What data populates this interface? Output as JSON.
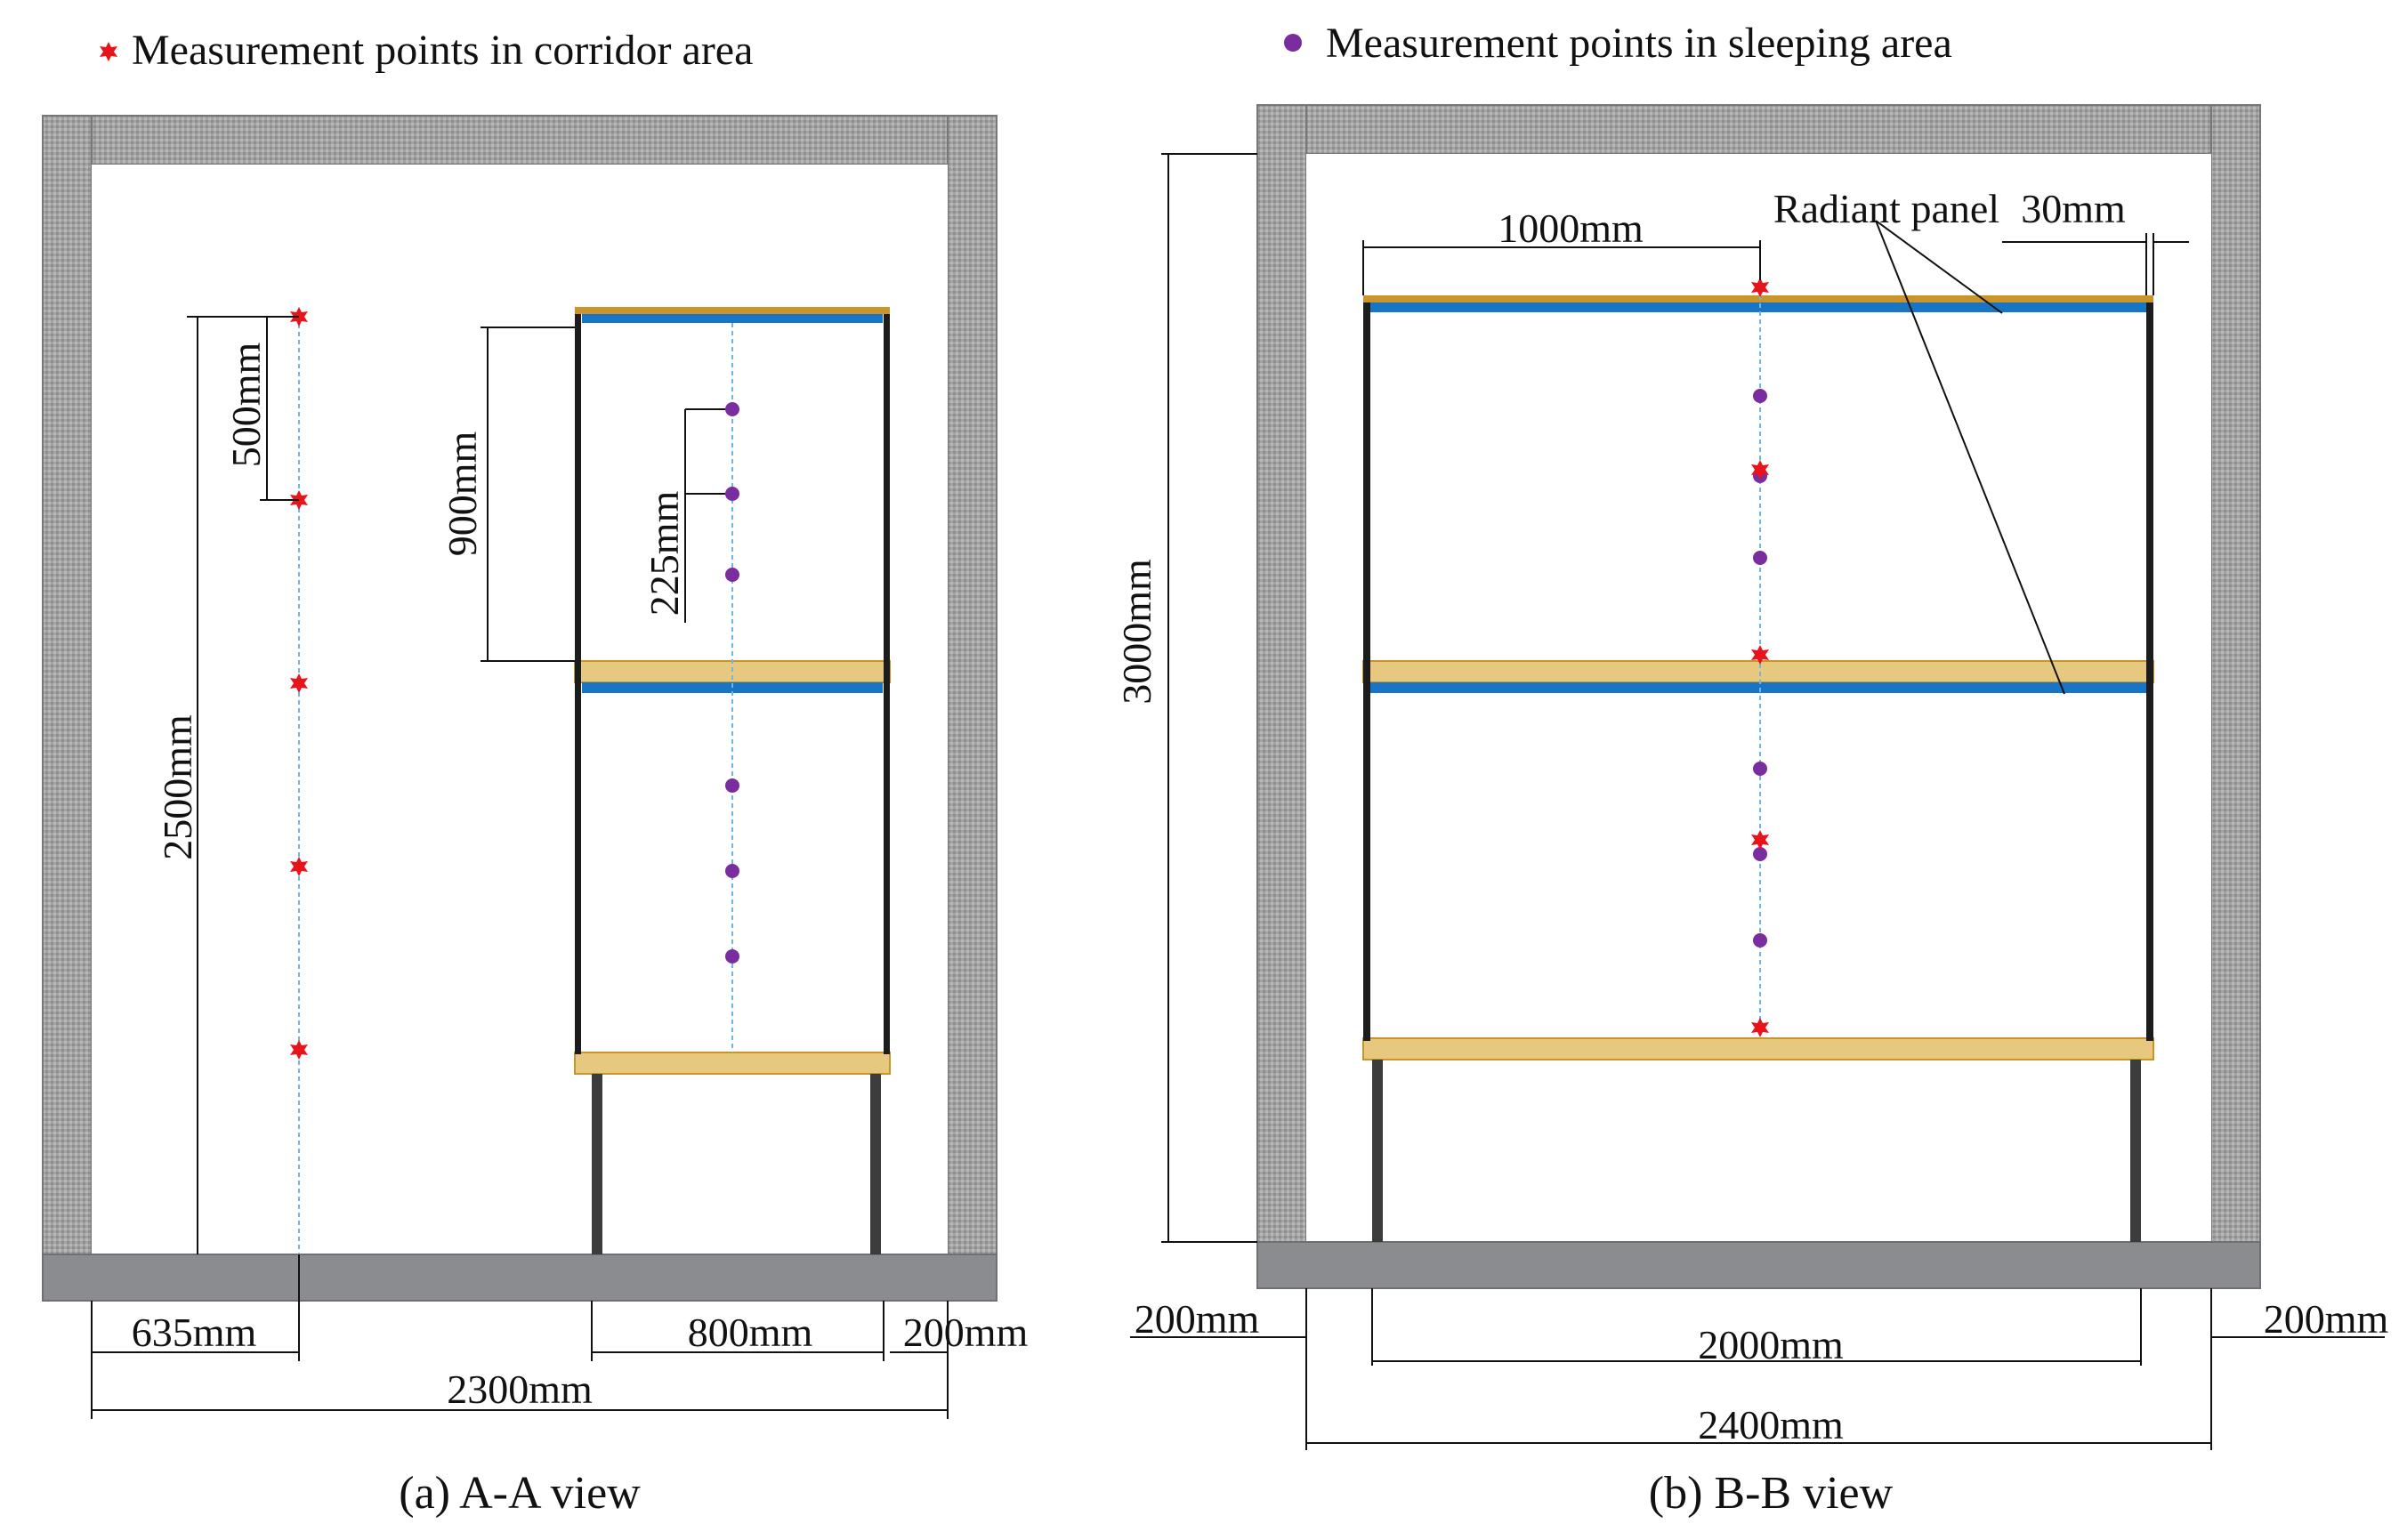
{
  "legend": {
    "corridor_label": "Measurement points in corridor area",
    "sleeping_label": "Measurement points in sleeping area"
  },
  "view_a": {
    "caption": "(a) A-A view",
    "dims": {
      "height_total": "2500mm",
      "point_spacing": "500mm",
      "bunk_clearance": "900mm",
      "bunk_point_spacing": "225mm",
      "left_offset": "635mm",
      "bed_width": "800mm",
      "right_gap": "200mm",
      "room_width": "2300mm"
    }
  },
  "view_b": {
    "caption": "(b) B-B view",
    "dims": {
      "height_total": "3000mm",
      "half_length": "1000mm",
      "panel_label": "Radiant panel",
      "panel_gap": "30mm",
      "left_gap": "200mm",
      "bed_length": "2000mm",
      "right_gap": "200mm",
      "room_width": "2400mm"
    }
  },
  "colors": {
    "corridor_point": "#e8141b",
    "sleeping_point": "#7a2d9e",
    "radiant_panel": "#1874c4",
    "bed_board": "#c9952a",
    "bed_board_light": "#e6c97e",
    "wall": "#9a9a9a",
    "floor": "#8a8c90",
    "frame": "#1c1c1c"
  }
}
